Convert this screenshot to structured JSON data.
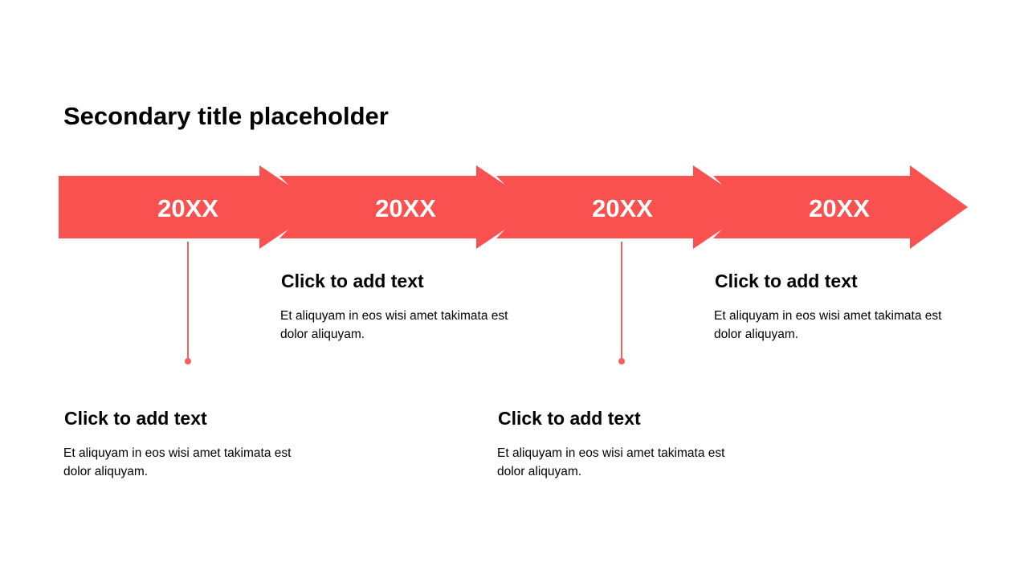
{
  "title": "Secondary title placeholder",
  "colors": {
    "accent": "#F95050",
    "connector": "#F25F5C",
    "text": "#000000",
    "arrow_text": "#FFFFFF"
  },
  "timeline": {
    "steps": [
      {
        "label": "20XX",
        "heading": "Click to add text",
        "body": "Et aliquyam in eos wisi amet takimata est dolor aliquyam.",
        "position": "below"
      },
      {
        "label": "20XX",
        "heading": "Click to add text",
        "body": "Et aliquyam in eos wisi amet takimata est dolor aliquyam.",
        "position": "above"
      },
      {
        "label": "20XX",
        "heading": "Click to add text",
        "body": "Et aliquyam in eos wisi amet takimata est dolor aliquyam.",
        "position": "below"
      },
      {
        "label": "20XX",
        "heading": "Click to add text",
        "body": "Et aliquyam in eos wisi amet takimata est dolor aliquyam.",
        "position": "above"
      }
    ]
  }
}
